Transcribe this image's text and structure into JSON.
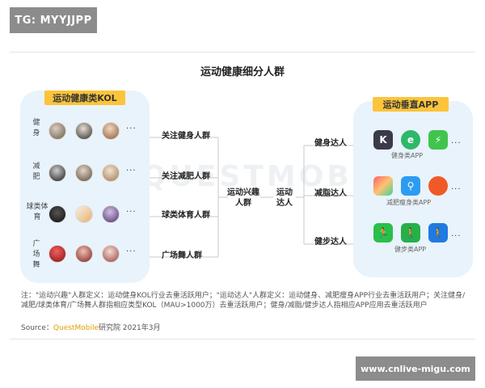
{
  "tag": "TG: MYYJJPP",
  "site": "www.cnlive-migu.com",
  "title": "运动健康细分人群",
  "watermark": "QUESTMOBILE",
  "left_panel": {
    "header": "运动健康类KOL",
    "rows": [
      {
        "label": "健身",
        "group": "关注健身人群"
      },
      {
        "label": "减肥",
        "group": "关注减肥人群"
      },
      {
        "label": "球类体育",
        "group": "球类体育人群"
      },
      {
        "label": "广场舞",
        "group": "广场舞人群"
      }
    ],
    "dots": "···"
  },
  "middle": {
    "interest": "运动兴趣人群",
    "talent": "运动达人"
  },
  "right_panel": {
    "header": "运动垂直APP",
    "groups": [
      {
        "label": "健身达人",
        "caption": "健身类APP"
      },
      {
        "label": "减脂达人",
        "caption": "减肥瘦身类APP"
      },
      {
        "label": "健步达人",
        "caption": "健步类APP"
      }
    ],
    "dots": "···"
  },
  "note": "注：\"运动兴趣\"人群定义：运动健身KOL行业去重活跃用户；\"运动达人\"人群定义：运动健身、减肥瘦身APP行业去重活跃用户；关注健身/减肥/球类体育/广场舞人群指相应类型KOL（MAU>1000万）去重活跃用户；健身/减脂/健步达人指相应APP应用去重活跃用户",
  "source": {
    "prefix": "Source：",
    "brand": "QuestMobile",
    "suffix": "研究院 2021年3月"
  },
  "colors": {
    "panel": "#e9f3fb",
    "header": "#fbc43a",
    "line": "#c9c9c9"
  }
}
